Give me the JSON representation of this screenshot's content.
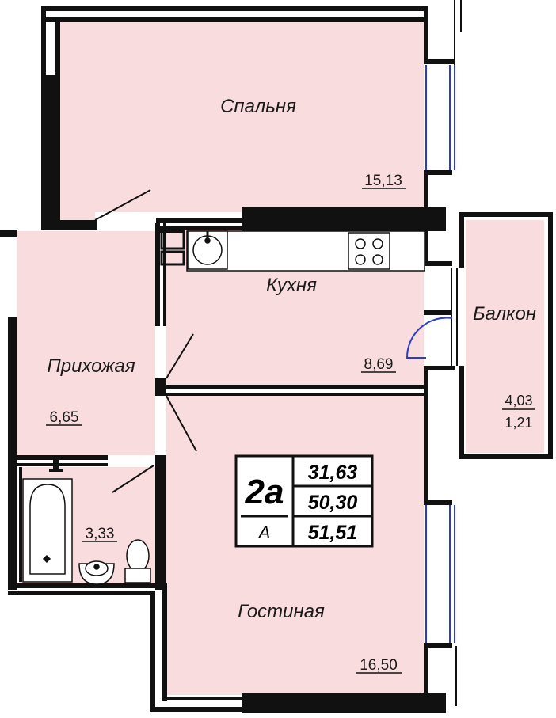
{
  "colors": {
    "room_fill": "#f9dcdd",
    "wall": "#111111",
    "window": "#2a3bd6",
    "door": "#111111",
    "background": "#ffffff"
  },
  "rooms": {
    "bedroom": {
      "name": "Спальня",
      "area": "15,13"
    },
    "kitchen": {
      "name": "Кухня",
      "area": "8,69"
    },
    "balcony": {
      "name": "Балкон",
      "area": "4,03",
      "area_reduced": "1,21"
    },
    "hallway": {
      "name": "Прихожая",
      "area": "6,65"
    },
    "bathroom": {
      "name": "",
      "area": "3,33"
    },
    "living": {
      "name": "Гостиная",
      "area": "16,50"
    }
  },
  "badge": {
    "type": "2а",
    "section": "А",
    "living_area": "31,63",
    "total_area": "50,30",
    "total_with_balcony": "51,51"
  },
  "icons": [
    "sink-icon",
    "stove-icon",
    "bathtub-icon",
    "washbasin-icon",
    "toilet-icon"
  ]
}
